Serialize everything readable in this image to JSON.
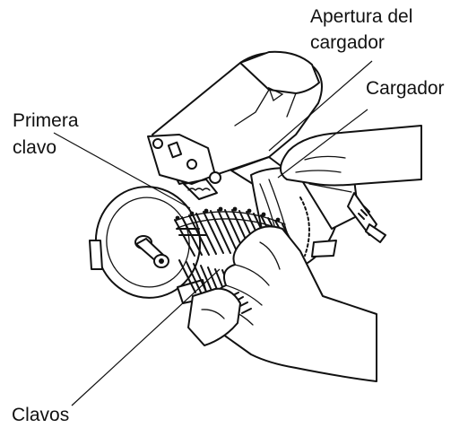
{
  "labels": {
    "magazine_opening_line1": "Apertura del",
    "magazine_opening_line2": "cargador",
    "magazine": "Cargador",
    "first_nail_line1": "Primera",
    "first_nail_line2": "clavo",
    "nails": "Clavos"
  },
  "colors": {
    "ink": "#111111",
    "background": "#ffffff"
  }
}
